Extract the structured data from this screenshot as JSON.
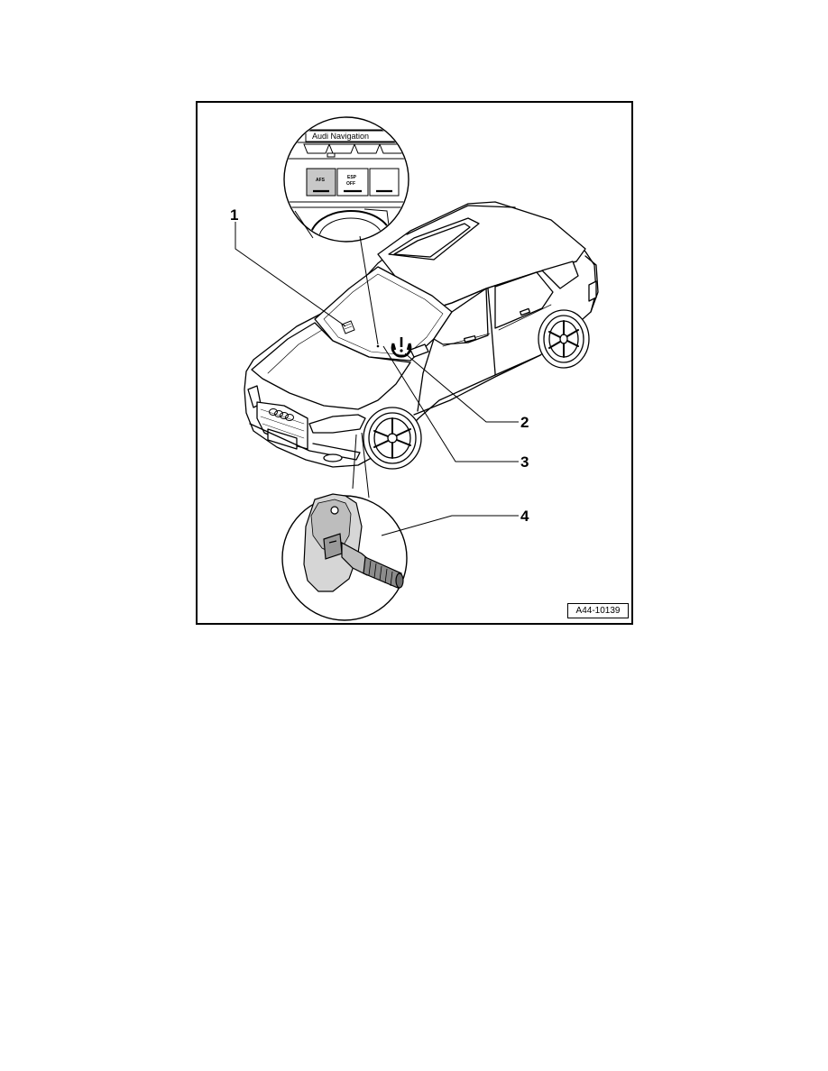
{
  "figure": {
    "figure_id": "A44-10139",
    "callouts": [
      "1",
      "2",
      "3",
      "4"
    ],
    "dashboard_inset": {
      "nav_label": "Audi Navigation",
      "button_afs": "AFS",
      "button_esp": "ESP",
      "button_off": "OFF"
    }
  }
}
